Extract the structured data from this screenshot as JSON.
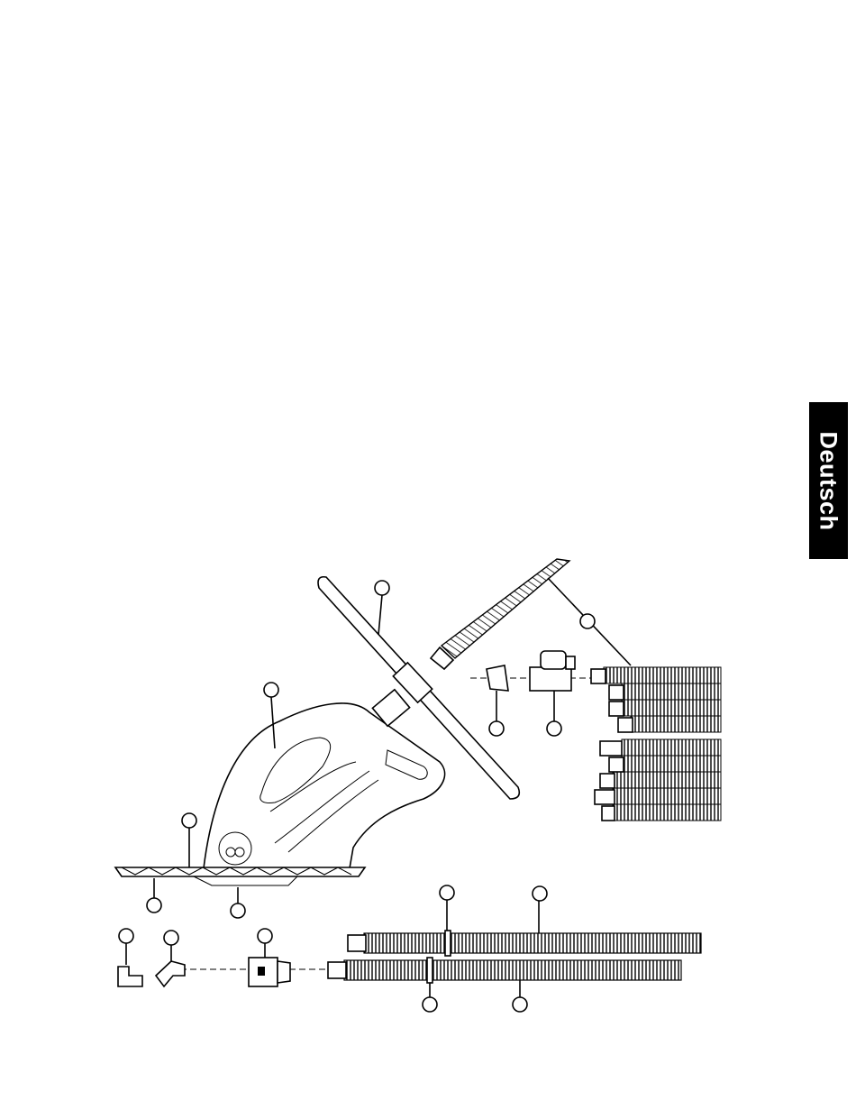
{
  "language_tab": {
    "label": "Deutsch"
  },
  "colors": {
    "ink": "#000000",
    "paper": "#ffffff",
    "tab_bg": "#000000",
    "tab_text": "#ffffff"
  },
  "parts": [
    "cleaner-body",
    "foot-pad",
    "skirt-fins",
    "deflector-wheel",
    "long-hose",
    "hose-coupling",
    "hose-pack",
    "regulator-valve",
    "hose-cone",
    "leader-hose-1",
    "leader-hose-2",
    "coupling-1",
    "coupling-2",
    "elbow-90",
    "elbow-45",
    "weir-adapter"
  ]
}
